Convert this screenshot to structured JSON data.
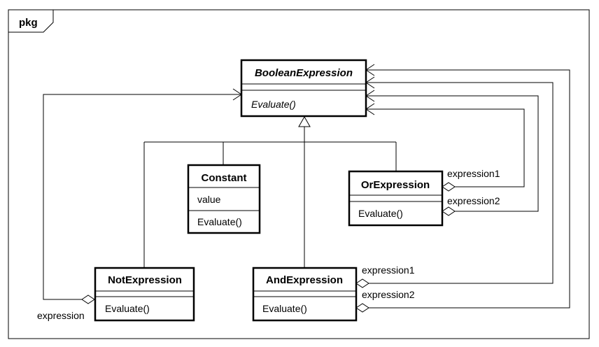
{
  "package": {
    "label": "pkg"
  },
  "classes": {
    "boolean_expression": {
      "name": "BooleanExpression",
      "attributes": "",
      "operation": "Evaluate()"
    },
    "constant": {
      "name": "Constant",
      "attribute": "value",
      "operation": "Evaluate()"
    },
    "or_expression": {
      "name": "OrExpression",
      "attributes": "",
      "operation": "Evaluate()"
    },
    "not_expression": {
      "name": "NotExpression",
      "attributes": "",
      "operation": "Evaluate()"
    },
    "and_expression": {
      "name": "AndExpression",
      "attributes": "",
      "operation": "Evaluate()"
    }
  },
  "associations": {
    "or_expression1": "expression1",
    "or_expression2": "expression2",
    "and_expression1": "expression1",
    "and_expression2": "expression2",
    "not_expression": "expression"
  }
}
